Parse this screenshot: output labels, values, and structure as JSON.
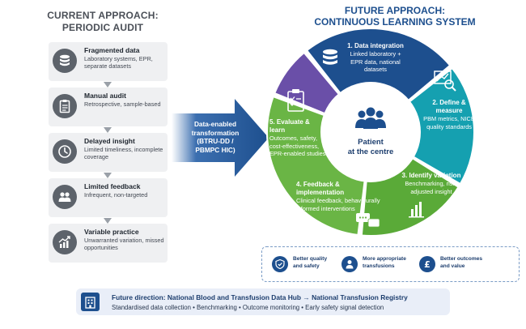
{
  "left": {
    "title_line1": "CURRENT APPROACH:",
    "title_line2": "PERIODIC AUDIT",
    "cards": [
      {
        "title": "Fragmented data",
        "sub": "Laboratory systems, EPR, separate datasets",
        "icon": "database-icon"
      },
      {
        "title": "Manual audit",
        "sub": "Retrospective, sample-based",
        "icon": "clipboard-icon"
      },
      {
        "title": "Delayed insight",
        "sub": "Limited timeliness, incomplete coverage",
        "icon": "clock-icon"
      },
      {
        "title": "Limited feedback",
        "sub": "Infrequent, non-targeted",
        "icon": "people-icon"
      },
      {
        "title": "Variable practice",
        "sub": "Unwarranted variation, missed opportunities",
        "icon": "chart-icon"
      }
    ]
  },
  "arrow": {
    "line1": "Data-enabled",
    "line2": "transformation",
    "line3": "(BTRU-DD /",
    "line4": "PBMPC HIC)"
  },
  "right": {
    "title_line1": "FUTURE APPROACH:",
    "title_line2": "CONTINUOUS LEARNING SYSTEM",
    "center_line1": "Patient",
    "center_line2": "at the centre",
    "segments": [
      {
        "title": "1. Data integration",
        "body": "Linked laboratory + EPR data, national datasets",
        "color": "#1d4f8e"
      },
      {
        "title": "2. Define & measure",
        "body": "PBM metrics, NICE quality standards",
        "color": "#15a0b0"
      },
      {
        "title": "3. Identify variation",
        "body": "Benchmarking, risk-adjusted insight",
        "color": "#5aaa38"
      },
      {
        "title": "4. Feedback & implementation",
        "body": "Clinical feedback, behaviourally informed interventions",
        "color": "#6ab545"
      },
      {
        "title": "5. Evaluate & learn",
        "body": "Outcomes, safety, cost-effectiveness, EPR-enabled studies",
        "color": "#6a4fa8"
      }
    ]
  },
  "outcomes": [
    {
      "line1": "Better quality",
      "line2": "and safety",
      "icon": "shield-check-icon"
    },
    {
      "line1": "More appropriate",
      "line2": "transfusions",
      "icon": "person-icon"
    },
    {
      "line1": "Better outcomes",
      "line2": "and value",
      "icon": "pound-icon"
    }
  ],
  "banner": {
    "line1_a": "Future direction: National Blood and Transfusion Data Hub",
    "arrow": "→",
    "line1_b": "National Transfusion Registry",
    "line2": "Standardised data collection • Benchmarking • Outcome monitoring • Early safety signal detection",
    "icon": "hospital-icon"
  },
  "colors": {
    "navy": "#1d4f8e",
    "teal": "#15a0b0",
    "green": "#5aaa38",
    "purple": "#6a4fa8",
    "grey": "#5d636b"
  }
}
